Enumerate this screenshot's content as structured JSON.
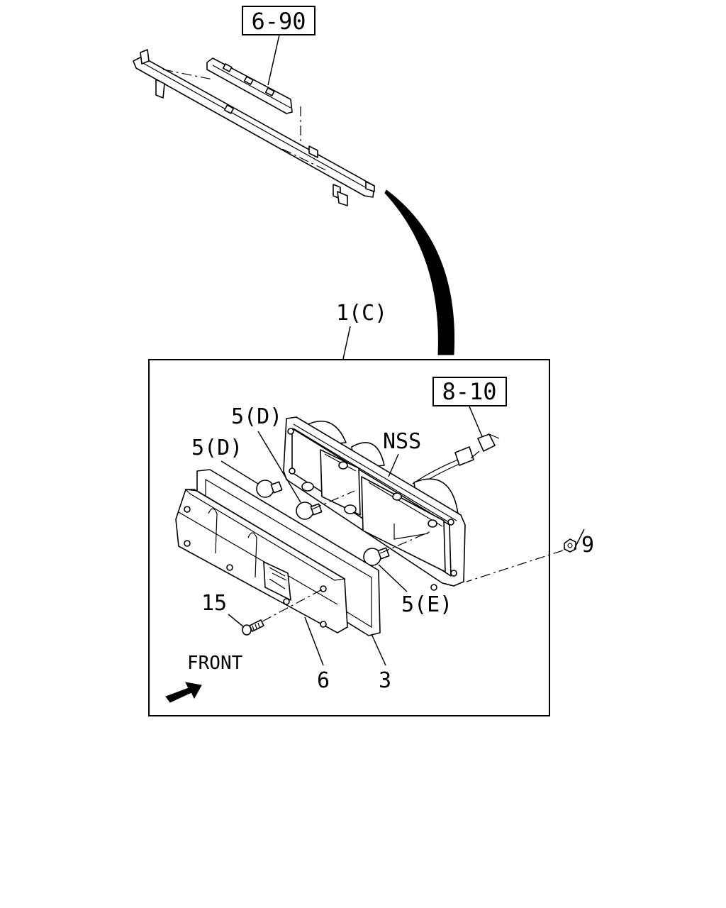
{
  "refs": {
    "top_ref": "6-90",
    "connector_ref": "8-10"
  },
  "labels": {
    "assembly": "1(C)",
    "bulb_d_upper": "5(D)",
    "bulb_d_lower": "5(D)",
    "nss": "NSS",
    "nut": "9",
    "bulb_e": "5(E)",
    "screw": "15",
    "lens": "6",
    "gasket": "3",
    "front": "FRONT"
  },
  "colors": {
    "line": "#000000",
    "background": "#ffffff"
  }
}
